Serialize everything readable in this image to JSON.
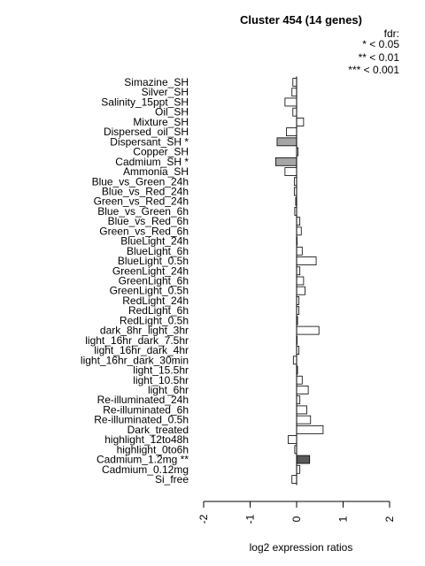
{
  "chart_data": {
    "type": "bar",
    "orientation": "horizontal",
    "title": "Cluster 454 (14 genes)",
    "xlabel": "log2 expression ratios",
    "ylabel": "",
    "xlim": [
      -2,
      2
    ],
    "xticks": [
      "-2",
      "-1",
      "0",
      "1",
      "2"
    ],
    "grid": false,
    "legend": {
      "position": "top-right",
      "title": "fdr:",
      "entries": [
        "* < 0.05",
        "** < 0.01",
        "*** < 0.001"
      ]
    },
    "categories": [
      "Simazine_SH",
      "Silver_SH",
      "Salinity_15ppt_SH",
      "Oil_SH",
      "Mixture_SH",
      "Dispersed_oil_SH",
      "Dispersant_SH *",
      "Copper_SH",
      "Cadmium_SH *",
      "Ammonia_SH",
      "Blue_vs_Green_24h",
      "Blue_vs_Red_24h",
      "Green_vs_Red_24h",
      "Blue_vs_Green_6h",
      "Blue_vs_Red_6h",
      "Green_vs_Red_6h",
      "BlueLight_24h",
      "BlueLight_6h",
      "BlueLight_0.5h",
      "GreenLight_24h",
      "GreenLight_6h",
      "GreenLight_0.5h",
      "RedLight_24h",
      "RedLight_6h",
      "RedLight_0.5h",
      "dark_8hr_light_3hr",
      "light_16hr_dark_7.5hr",
      "light_16hr_dark_4hr",
      "light_16hr_dark_30min",
      "light_15.5hr",
      "light_10.5hr",
      "light_6hr",
      "Re-illuminated_24h",
      "Re-illuminated_6h",
      "Re-illuminated_0.5h",
      "Dark_treated",
      "highlight_12to48h",
      "highlight_0to6h",
      "Cadmium_1.2mg **",
      "Cadmium_0.12mg",
      "Si_free"
    ],
    "values": [
      -0.08,
      -0.1,
      -0.25,
      -0.08,
      0.15,
      -0.22,
      -0.42,
      0.03,
      -0.45,
      -0.25,
      -0.05,
      -0.05,
      -0.02,
      -0.04,
      0.07,
      0.1,
      0.0,
      0.12,
      0.42,
      0.07,
      0.15,
      0.18,
      0.05,
      0.05,
      0.02,
      0.48,
      0.0,
      0.05,
      -0.07,
      0.02,
      0.12,
      0.25,
      0.07,
      0.22,
      0.3,
      0.57,
      -0.18,
      -0.04,
      0.28,
      0.07,
      -0.1
    ],
    "bar_colors": [
      "#ffffff",
      "#ffffff",
      "#ffffff",
      "#ffffff",
      "#ffffff",
      "#ffffff",
      "#a6a6a6",
      "#ffffff",
      "#a6a6a6",
      "#ffffff",
      "#ffffff",
      "#ffffff",
      "#ffffff",
      "#ffffff",
      "#ffffff",
      "#ffffff",
      "#ffffff",
      "#ffffff",
      "#ffffff",
      "#ffffff",
      "#ffffff",
      "#ffffff",
      "#ffffff",
      "#ffffff",
      "#ffffff",
      "#ffffff",
      "#ffffff",
      "#ffffff",
      "#ffffff",
      "#ffffff",
      "#ffffff",
      "#ffffff",
      "#ffffff",
      "#ffffff",
      "#ffffff",
      "#ffffff",
      "#ffffff",
      "#ffffff",
      "#595959",
      "#ffffff",
      "#ffffff"
    ]
  }
}
